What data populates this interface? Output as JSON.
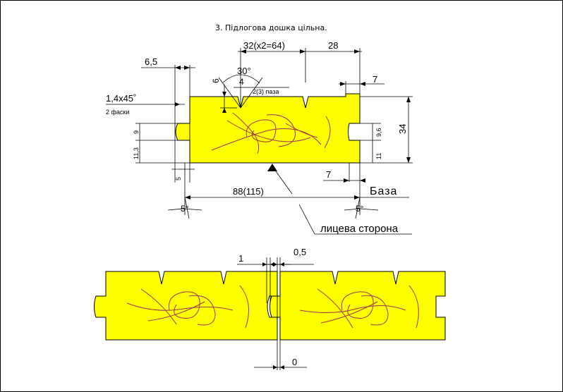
{
  "title": "3. Підлогова дошка цільна.",
  "colors": {
    "board": "#ffff00",
    "grain": "#a0324a",
    "line": "#000000",
    "background": "#ffffff"
  },
  "top_view": {
    "dims": {
      "d_6_5": "6,5",
      "d_32": "32(x2=64)",
      "d_28": "28",
      "d_30deg": "30°",
      "d_6": "6",
      "d_4": "4",
      "d_2_3_paza": "2(3) паза",
      "d_7_top": "7",
      "d_1_4x45": "1,4x45˚",
      "d_2_faski": "2 фаски",
      "d_9": "9",
      "d_11_3": "11,3",
      "d_5_small": "5",
      "d_9_6": "9,6",
      "d_34": "34",
      "d_11": "11",
      "d_7_bottom": "7",
      "d_88": "88(115)",
      "d_5deg_left": "5°",
      "d_5deg_right": "5°"
    },
    "labels": {
      "baza": "База",
      "face_side": "лицева сторона"
    }
  },
  "joint_view": {
    "dims": {
      "d_1": "1",
      "d_0_5": "0,5",
      "d_0": "0"
    }
  }
}
